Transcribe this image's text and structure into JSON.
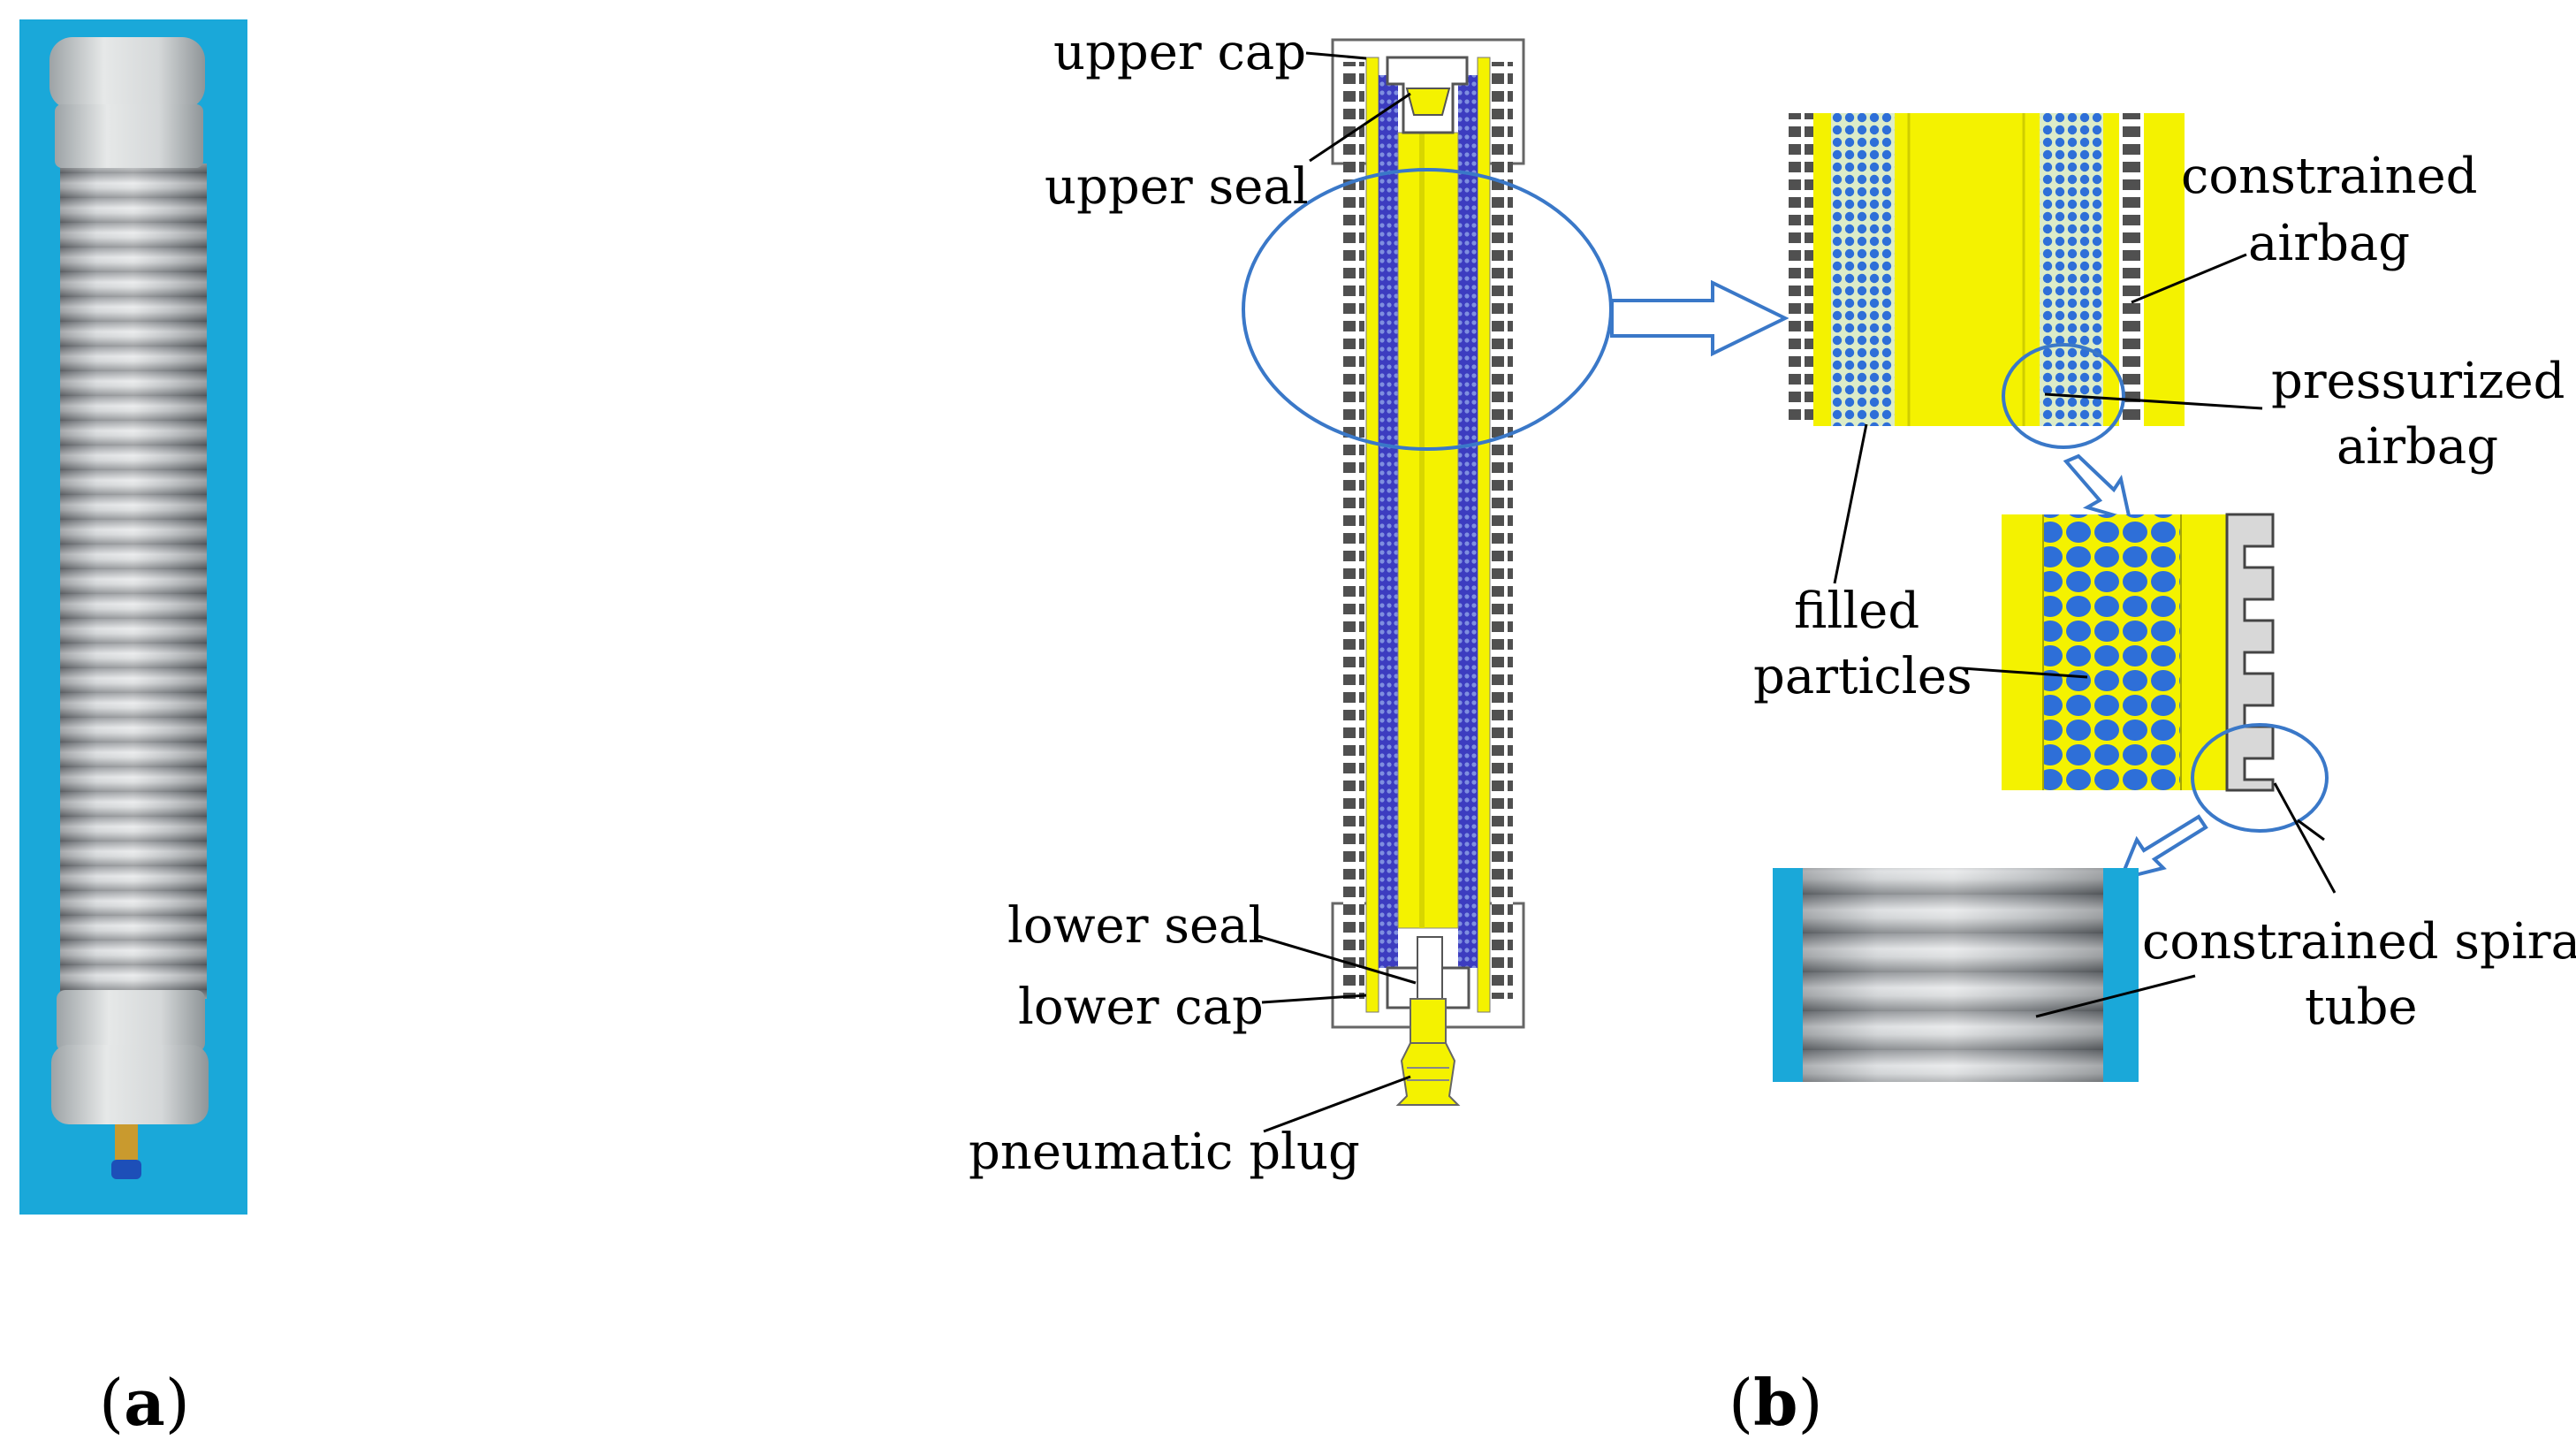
{
  "colors": {
    "photo_bg": "#1aa8d9",
    "yellow": "#f4f200",
    "particle": "#2e6fd8",
    "highlight": "#3a78c8",
    "spring_dark": "#505050",
    "cap": "#dcdcdc"
  },
  "panel_a": {
    "paren_open": "(",
    "letter": "a",
    "paren_close": ")"
  },
  "panel_b": {
    "paren_open": "(",
    "letter": "b",
    "paren_close": ")"
  },
  "labels": {
    "upper_cap": "upper cap",
    "upper_seal": "upper seal",
    "lower_seal": "lower seal",
    "lower_cap": "lower cap",
    "pneumatic_plug": "pneumatic plug",
    "constrained_airbag": [
      "constrained",
      "airbag"
    ],
    "pressurized_airbag": [
      "pressurized",
      "airbag"
    ],
    "filled_particles": [
      "filled",
      "particles"
    ],
    "constrained_spiral_tube": [
      "constrained spiral",
      "tube"
    ]
  }
}
